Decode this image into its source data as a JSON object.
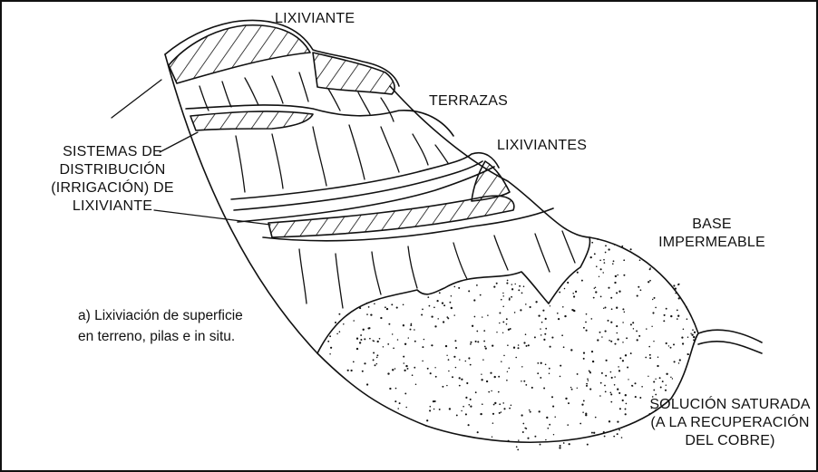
{
  "labels": {
    "top": "LIXIVIANTE",
    "terraces": "TERRAZAS",
    "leachants": "LIXIVIANTES",
    "distribution": [
      "SISTEMAS DE",
      "DISTRIBUCIÓN",
      "(IRRIGACIÓN) DE",
      "LIXIVIANTE"
    ],
    "base": [
      "BASE",
      "IMPERMEABLE"
    ],
    "solution": [
      "SOLUCIÓN SATURADA",
      "(A LA RECUPERACIÓN",
      "DEL COBRE)"
    ]
  },
  "caption": [
    "a) Lixiviación de superficie",
    "en terreno, pilas e in situ."
  ],
  "colors": {
    "line": "#111111",
    "background": "#ffffff"
  }
}
